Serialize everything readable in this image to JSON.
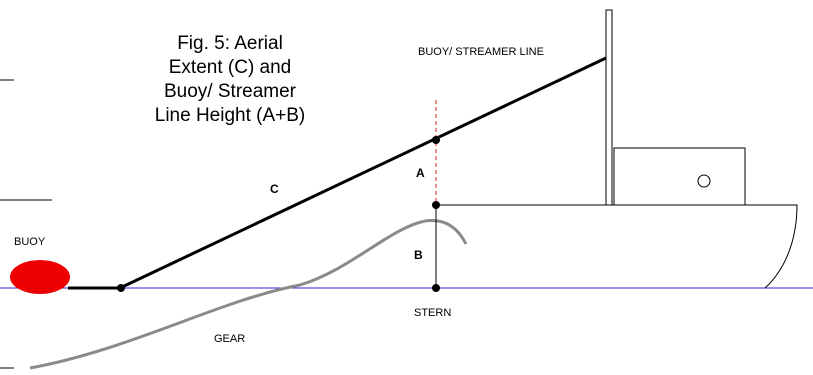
{
  "figure": {
    "title_lines": [
      "Fig. 5: Aerial",
      "Extent (C) and",
      "Buoy/ Streamer",
      "Line Height (A+B)"
    ]
  },
  "labels": {
    "streamer_line": "BUOY/ STREAMER LINE",
    "buoy": "BUOY",
    "stern": "STERN",
    "gear": "GEAR",
    "segment_a": "A",
    "segment_b": "B",
    "segment_c": "C"
  },
  "colors": {
    "buoy": "#ee0000",
    "water_line": "#2a2ad6",
    "gear_line": "#8a8a8a",
    "streamer_line": "#000000",
    "guide_dashed": "#dd2222",
    "vessel_outline": "#000000"
  }
}
